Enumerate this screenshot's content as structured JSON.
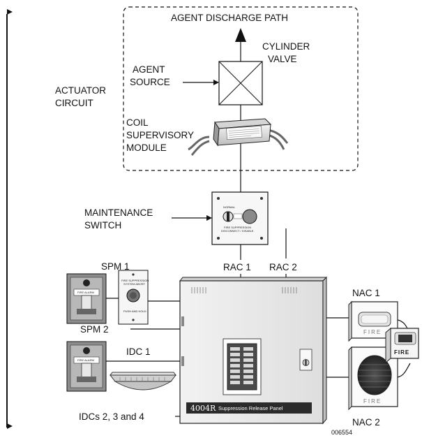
{
  "labels": {
    "agent_discharge_path": "AGENT DISCHARGE PATH",
    "cylinder_valve_1": "CYLINDER",
    "cylinder_valve_2": "VALVE",
    "agent_source_1": "AGENT",
    "agent_source_2": "SOURCE",
    "actuator_circuit_1": "ACTUATOR",
    "actuator_circuit_2": "CIRCUIT",
    "coil_module_1": "COIL",
    "coil_module_2": "SUPERVISORY",
    "coil_module_3": "MODULE",
    "maintenance_switch_1": "MAINTENANCE",
    "maintenance_switch_2": "SWITCH",
    "rac1": "RAC 1",
    "rac2": "RAC 2",
    "spm1": "SPM 1",
    "spm2": "SPM 2",
    "idc1": "IDC 1",
    "idcs": "IDCs 2, 3 and 4",
    "nac1": "NAC 1",
    "nac2": "NAC 2",
    "figure_number": "006554"
  },
  "devices": {
    "switch_plate_top": "NORMAL",
    "switch_plate_mid": "FIRE SUPPRESSION",
    "switch_plate_bottom": "DISCONNECT / DISABLE",
    "spm_plate_top_1": "FIRE SUPPRESSION",
    "spm_plate_top_2": "SYSTEM ABORT",
    "spm_plate_bottom": "PUSH AND HOLD",
    "pull_station_text": "FIRE ALARM",
    "horn_fire_1": "FIRE",
    "horn_fire_2": "FIRE",
    "horn_fire_3": "FIRE"
  },
  "panel": {
    "model": "4004R",
    "name": "Suppression Release Panel"
  },
  "colors": {
    "line": "#111111",
    "panel_fill": "#ececec",
    "panel_label_bg": "#2b2b2b",
    "annunciator_bg": "#4a4a4a"
  }
}
